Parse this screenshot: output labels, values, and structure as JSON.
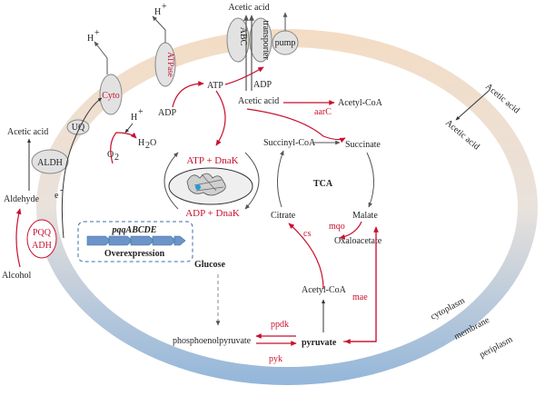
{
  "colors": {
    "red": "#c8102e",
    "text": "#222222",
    "arrow_gray": "#555555",
    "membrane_top": "#f1d9c3",
    "membrane_bottom": "#9dbcdc",
    "protein_fill": "#e2e2e2",
    "gene_box_border": "#3b6fa8",
    "gene_arrow": "#6d94c8"
  },
  "labels": {
    "h_plus_top": "H",
    "h_plus_left": "H",
    "h_plus_cyto": "H",
    "plus": "+",
    "acetic_acid_top": "Acetic acid",
    "abc": "ABC",
    "transporter": "transporter",
    "pump": "pump",
    "atpase": "ATPase",
    "cyto": "Cyto",
    "uq": "UQ",
    "aldh": "ALDH",
    "pqq": "PQQ",
    "adh": "ADH",
    "acetic_acid_left": "Acetic acid",
    "aldehyde": "Aldehyde",
    "alcohol": "Alcohol",
    "electron": "e",
    "electron_sup": "-",
    "atp_top": "ATP",
    "adp_top": "ADP",
    "adp_left": "ADP",
    "h2o": "H",
    "h2o_sub": "2",
    "h2o_o": "O",
    "o2": "O",
    "o2_sub": "2",
    "atp_dnak": "ATP  +  DnaK",
    "adp_dnak": "ADP  +  DnaK",
    "acetic_acid_in": "Acetic acid",
    "aarc": "aarC",
    "acetyl_coa_top": "Acetyl-CoA",
    "succinyl_coa": "Succinyl-CoA",
    "succinate": "Succinate",
    "tca": "TCA",
    "citrate": "Citrate",
    "malate": "Malate",
    "mqo": "mqo",
    "cs": "cs",
    "oxaloacetate": "Oxaloacetate",
    "acetyl_coa_mid": "Acetyl-CoA",
    "mae": "mae",
    "gene_cluster": "pqqABCDE",
    "overexpression": "Overexpression",
    "glucose": "Glucose",
    "pep": "phosphoenolpyruvate",
    "ppdk": "ppdk",
    "pyk": "pyk",
    "pyruvate": "pyruvate",
    "acetic_acid_out1": "Acetic acid",
    "acetic_acid_out2": "Acetic acid",
    "cytoplasm": "cytoplasm",
    "membrane": "membrane",
    "periplasm": "periplasm"
  }
}
